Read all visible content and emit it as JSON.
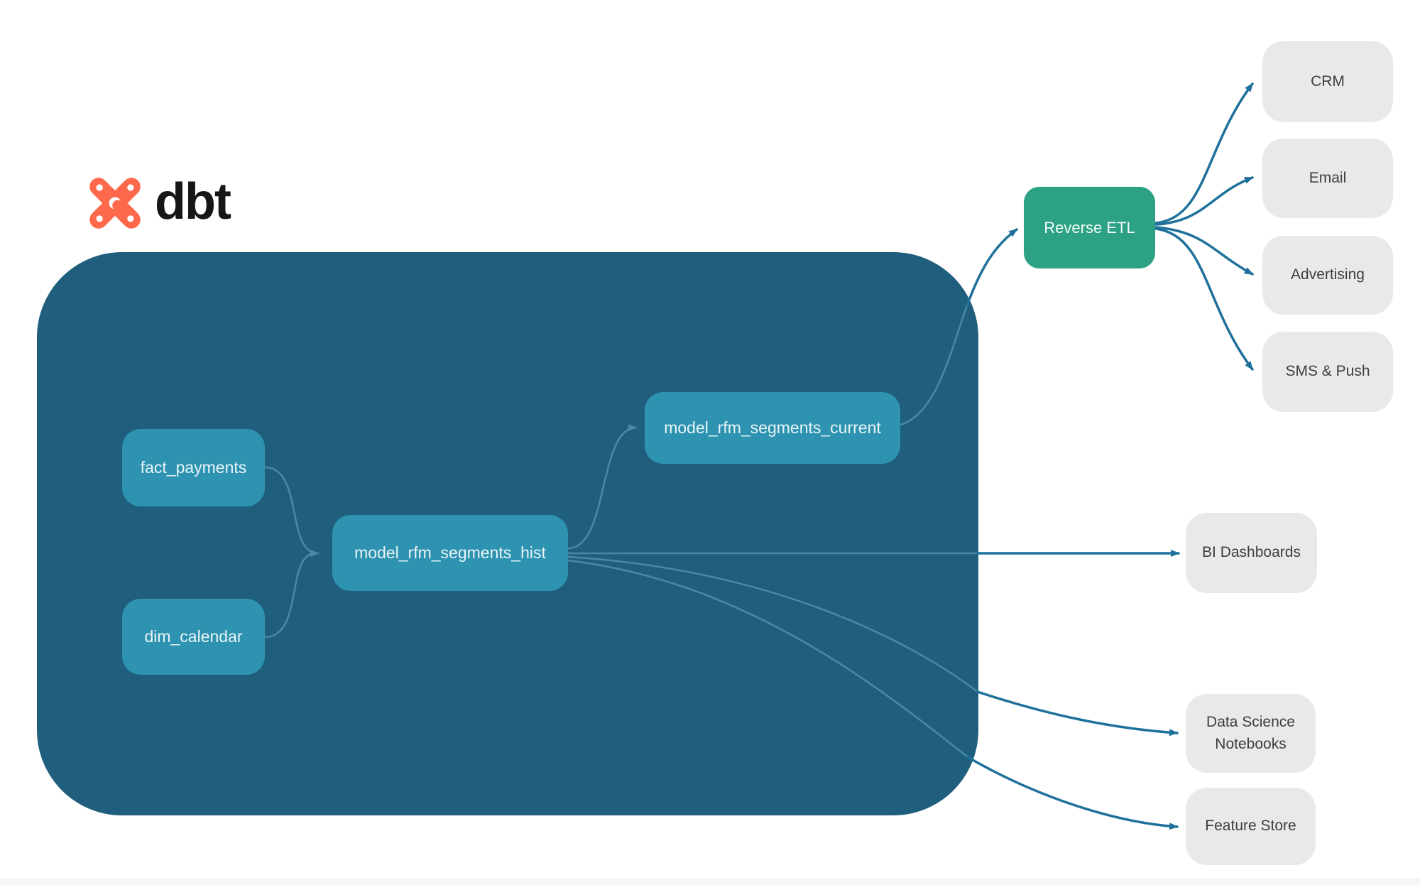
{
  "logo": {
    "text": "dbt",
    "icon": "dbt-star-icon"
  },
  "nodes": {
    "fact_payments": {
      "label": "fact_payments"
    },
    "dim_calendar": {
      "label": "dim_calendar"
    },
    "model_rfm_segments_hist": {
      "label": "model_rfm_segments_hist"
    },
    "model_rfm_segments_current": {
      "label": "model_rfm_segments_current"
    },
    "reverse_etl": {
      "label": "Reverse ETL"
    },
    "crm": {
      "label": "CRM"
    },
    "email": {
      "label": "Email"
    },
    "advertising": {
      "label": "Advertising"
    },
    "sms_push": {
      "label": "SMS & Push"
    },
    "bi_dashboards": {
      "label": "BI Dashboards"
    },
    "data_science_notebooks": {
      "label": "Data Science Notebooks"
    },
    "feature_store": {
      "label": "Feature Store"
    }
  },
  "colors": {
    "warehouse_container": "#205E7D",
    "model_node": "#2E93B0",
    "reverse_etl_node": "#2CA184",
    "destination_node": "#E9E9E9",
    "destination_text": "#3E3E3E",
    "edge_outside": "#1F719B",
    "edge_inside": "#4E8EA8",
    "logo_orange": "#FF694B",
    "logo_text": "#161616"
  }
}
